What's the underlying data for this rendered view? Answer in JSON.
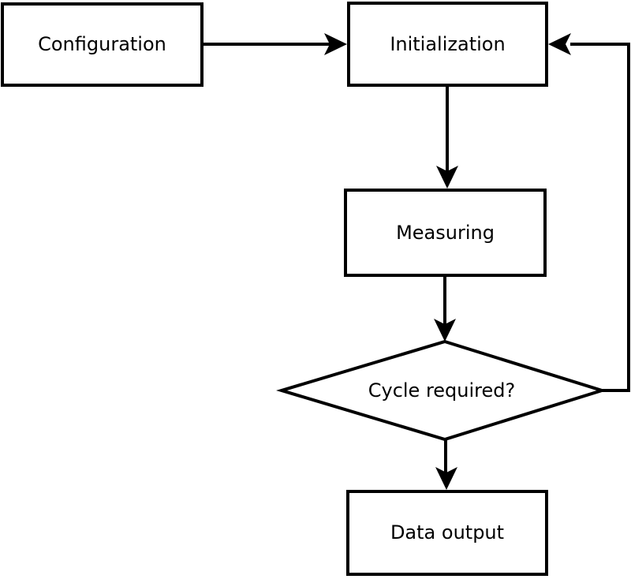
{
  "diagram": {
    "background": "#ffffff",
    "stroke_color": "#000000",
    "text_color": "#000000",
    "nodes": {
      "configuration": {
        "label": "Configuration",
        "shape": "rectangle"
      },
      "initialization": {
        "label": "Initialization",
        "shape": "rectangle"
      },
      "measuring": {
        "label": "Measuring",
        "shape": "rectangle"
      },
      "cycle_required": {
        "label": "Cycle required?",
        "shape": "diamond"
      },
      "data_output": {
        "label": "Data output",
        "shape": "rectangle"
      }
    },
    "edges": [
      {
        "from": "configuration",
        "to": "initialization",
        "direction": "right"
      },
      {
        "from": "initialization",
        "to": "measuring",
        "direction": "down"
      },
      {
        "from": "measuring",
        "to": "cycle_required",
        "direction": "down"
      },
      {
        "from": "cycle_required",
        "to": "data_output",
        "direction": "down"
      },
      {
        "from": "cycle_required",
        "to": "initialization",
        "direction": "right-up-loop"
      }
    ]
  }
}
